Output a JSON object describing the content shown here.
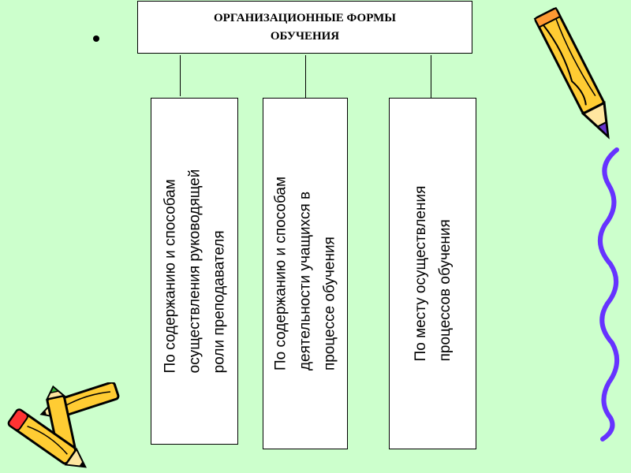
{
  "slide": {
    "title_line1": "ОРГАНИЗАЦИОННЫЕ ФОРМЫ",
    "title_line2": "ОБУЧЕНИЯ",
    "branches": [
      {
        "lines": [
          "По содержанию и способам",
          "осуществления руководящей",
          "роли преподавателя"
        ]
      },
      {
        "lines": [
          "По содержанию и способам",
          "деятельности учащихся в",
          "процессе обучения"
        ]
      },
      {
        "lines": [
          "По месту осуществления",
          "процессов обучения"
        ]
      }
    ]
  },
  "colors": {
    "background": "#ccffcc",
    "pencil_body": "#ffcc33",
    "pencil_outline": "#000000",
    "wave": "#6633ff",
    "red_pencil": "#ff3333",
    "green_tip": "#33aa33"
  },
  "decorations": [
    "bullet-dot",
    "pencil-clipart-right",
    "wavy-line-clipart",
    "pencils-clipart-bottom-left"
  ]
}
